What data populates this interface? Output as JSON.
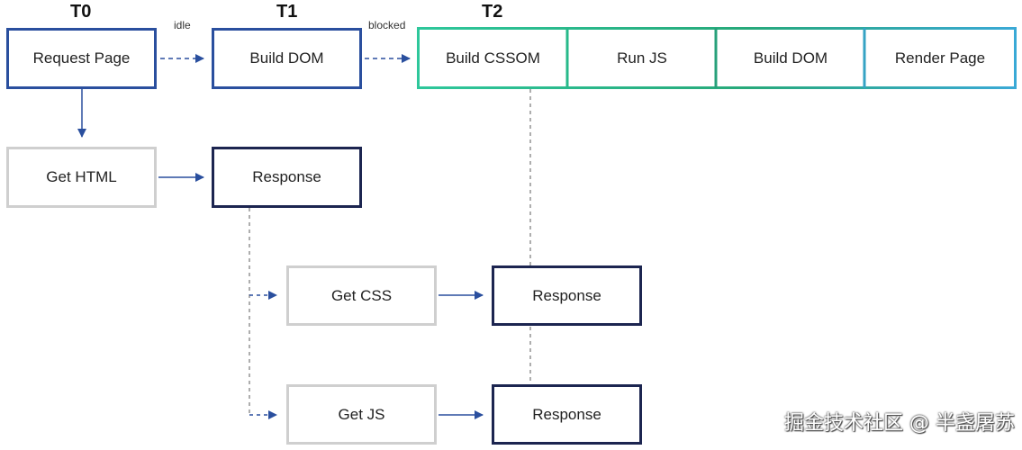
{
  "time_labels": {
    "t0": "T0",
    "t1": "T1",
    "t2": "T2"
  },
  "edge_labels": {
    "idle": "idle",
    "blocked": "blocked"
  },
  "boxes": {
    "request_page": "Request Page",
    "build_dom_1": "Build DOM",
    "build_cssom": "Build CSSOM",
    "run_js": "Run JS",
    "build_dom_2": "Build DOM",
    "render_page": "Render Page",
    "get_html": "Get HTML",
    "response_html": "Response",
    "get_css": "Get CSS",
    "response_css": "Response",
    "get_js": "Get JS",
    "response_js": "Response"
  },
  "colors": {
    "blue_border": "#2a4f9e",
    "navy_border": "#1c2550",
    "gray_border": "#cfcfcf",
    "arrow": "#2a4f9e",
    "teal_gradient_start": "#2ec79b",
    "teal_gradient_end": "#3aa9d6"
  },
  "watermark": "掘金技术社区 @ 半盏屠苏"
}
